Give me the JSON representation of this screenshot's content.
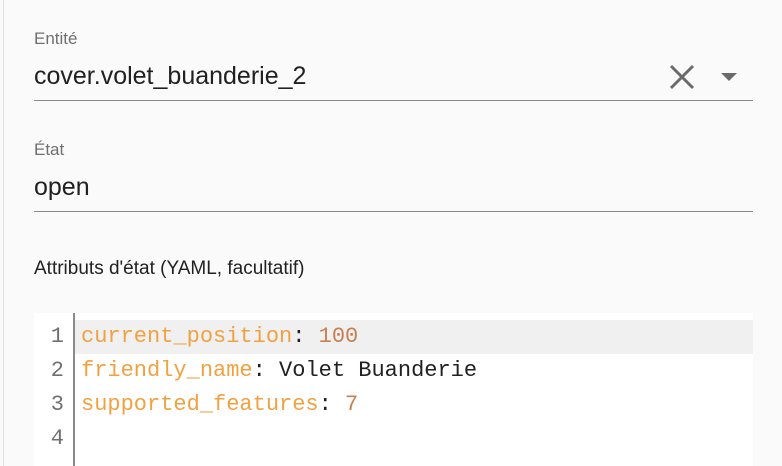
{
  "entity_field": {
    "label": "Entité",
    "value": "cover.volet_buanderie_2",
    "clear_icon": "close-icon",
    "dropdown_icon": "caret-down-icon"
  },
  "state_field": {
    "label": "État",
    "value": "open"
  },
  "attributes": {
    "label": "Attributs d'état (YAML, facultatif)",
    "lines": [
      {
        "num": "1",
        "key": "current_position",
        "sep": ": ",
        "value": "100",
        "type": "number"
      },
      {
        "num": "2",
        "key": "friendly_name",
        "sep": ": ",
        "value": "Volet Buanderie",
        "type": "string"
      },
      {
        "num": "3",
        "key": "supported_features",
        "sep": ": ",
        "value": "7",
        "type": "number"
      },
      {
        "num": "4",
        "key": "",
        "sep": "",
        "value": "",
        "type": "empty"
      }
    ]
  },
  "colors": {
    "key": "#f2a141",
    "number": "#c98050",
    "active_line": "#f0f0f0"
  }
}
